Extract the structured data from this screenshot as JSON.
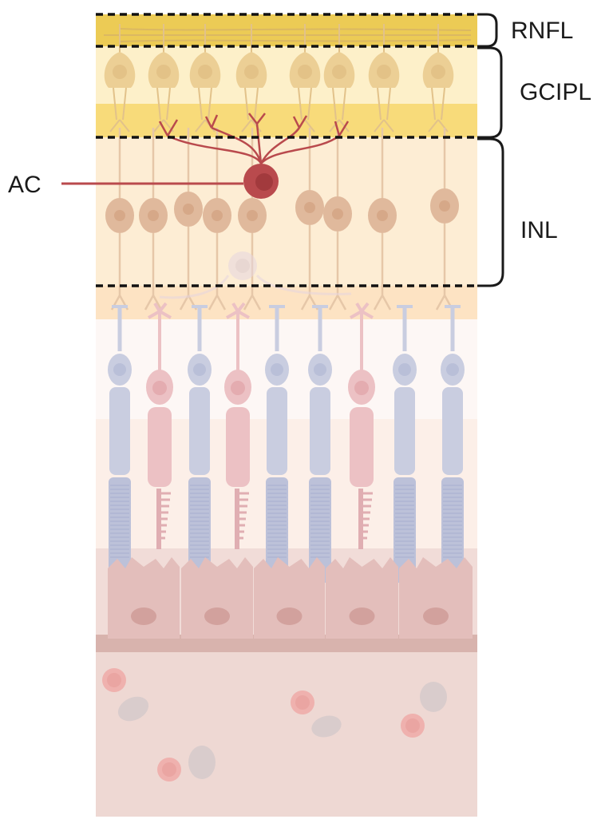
{
  "labels": {
    "rnfl": "RNFL",
    "gcipl": "GCIPL",
    "inl": "INL",
    "ac": "AC"
  },
  "colors": {
    "rnfl_band": "#eccb55",
    "gcl_band": "#fdf0c9",
    "ipl_band": "#f8db7a",
    "inl_band": "#fdedd4",
    "opl_band": "#fde3c3",
    "onl_band": "#fdf7f5",
    "is_os_band": "#fcefe8",
    "rpe": "#e8c9c4",
    "bruch": "#d2a9a3",
    "choroid": "#eed8d3",
    "ganglion_cell": "#eccf95",
    "bipolar_cell": "#e0b99c",
    "amacrine_highlight": "#b94a4d",
    "rod": "#c9cde0",
    "cone": "#ecc1c4",
    "dashed_line": "#111111",
    "brace": "#1a1a1a"
  }
}
